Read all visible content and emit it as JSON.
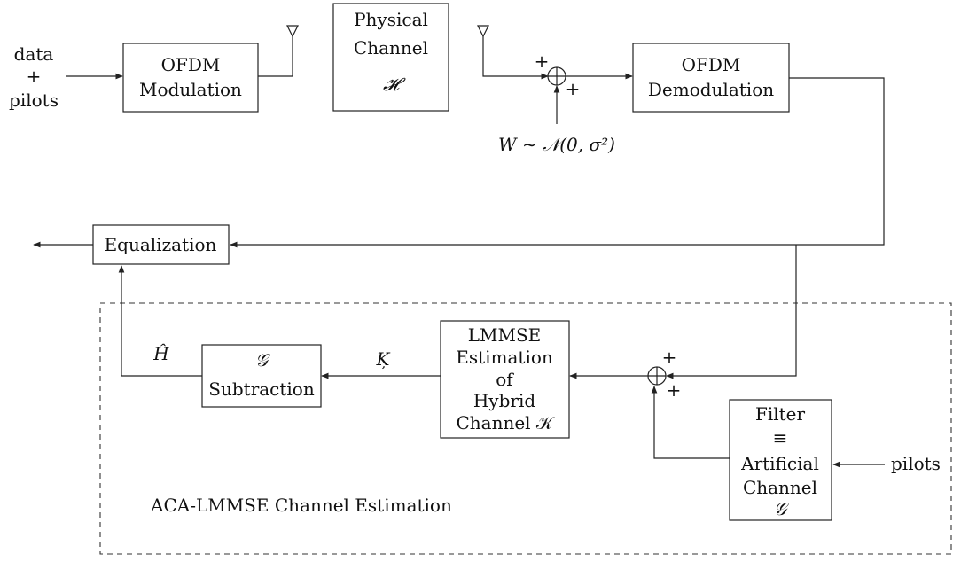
{
  "inputs": {
    "data_line1": "data",
    "data_line2": "+",
    "data_line3": "pilots",
    "pilots_right": "pilots"
  },
  "blocks": {
    "ofdm_mod": [
      "OFDM",
      "Modulation"
    ],
    "physical_channel": [
      "Physical",
      "Channel",
      "𝓗"
    ],
    "ofdm_demod": [
      "OFDM",
      "Demodulation"
    ],
    "equalization": "Equalization",
    "g_subtraction": [
      "𝒢",
      "Subtraction"
    ],
    "lmmse": [
      "LMMSE",
      "Estimation",
      "of",
      "Hybrid",
      "Channel  𝒦"
    ],
    "filter": [
      "Filter",
      "≡",
      "Artificial",
      "Channel",
      "𝒢"
    ]
  },
  "signals": {
    "noise": "W ∼ 𝒩(0, σ²)",
    "h_hat": "Ĥ",
    "k_hat": "Ķ",
    "plus": "+"
  },
  "region_label": "ACA-LMMSE Channel Estimation"
}
